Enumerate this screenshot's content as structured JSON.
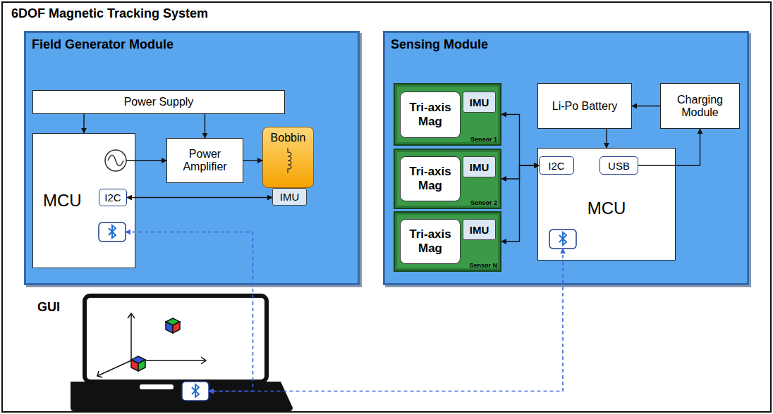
{
  "diagram": {
    "nodes": [
      {
        "text": [
          "6DOF Magnetic Tracking System"
        ]
      },
      {
        "text": [
          "Field Generator Module"
        ],
        "in": 0
      },
      {
        "text": [
          "Power Supply"
        ],
        "in": 1
      },
      {
        "text": [
          "MCU"
        ],
        "in": 1
      },
      {
        "text": [
          "I2C"
        ],
        "in": 3
      },
      {
        "text": [
          "Power Amplifier"
        ],
        "in": 1
      },
      {
        "text": [
          "Bobbin"
        ],
        "in": 1
      },
      {
        "text": [
          "IMU"
        ],
        "in": 1
      },
      {
        "text": [
          "Sensing Module"
        ],
        "in": 0
      },
      {
        "text": [
          "Sensor 1"
        ],
        "in": 8
      },
      {
        "text": [
          "Tri-axis Mag"
        ],
        "in": 9
      },
      {
        "text": [
          "IMU"
        ],
        "in": 9
      },
      {
        "text": [
          "Sensor 2"
        ],
        "in": 8
      },
      {
        "text": [
          "Tri-axis Mag"
        ],
        "in": 12
      },
      {
        "text": [
          "IMU"
        ],
        "in": 12
      },
      {
        "text": [
          "Sensor N"
        ],
        "in": 8
      },
      {
        "text": [
          "Tri-axis Mag"
        ],
        "in": 15
      },
      {
        "text": [
          "IMU"
        ],
        "in": 15
      },
      {
        "text": [
          "Li-Po Battery"
        ],
        "in": 8
      },
      {
        "text": [
          "Charging Module"
        ],
        "in": 8
      },
      {
        "text": [
          "MCU"
        ],
        "in": 8
      },
      {
        "text": [
          "I2C"
        ],
        "in": 20
      },
      {
        "text": [
          "USB"
        ],
        "in": 20
      },
      {
        "text": [
          "GUI"
        ],
        "in": 0
      }
    ],
    "edges": [
      {
        "from": 2,
        "to": 3,
        "arrow": "to"
      },
      {
        "from": 2,
        "to": 5,
        "arrow": "to"
      },
      {
        "from": 3,
        "to": 5,
        "arrow": "to"
      },
      {
        "from": 5,
        "to": 6,
        "arrow": "to"
      },
      {
        "from": 4,
        "to": 7,
        "arrow": "both"
      },
      {
        "from": 9,
        "to": 21,
        "arrow": "both"
      },
      {
        "from": 12,
        "to": 21,
        "arrow": "both"
      },
      {
        "from": 15,
        "to": 21,
        "arrow": "both"
      },
      {
        "from": 18,
        "to": 20,
        "arrow": "to"
      },
      {
        "from": 19,
        "to": 18,
        "arrow": "to"
      },
      {
        "from": 22,
        "to": 19,
        "arrow": "to"
      },
      {
        "from": 3,
        "to": 23,
        "arrow": "both"
      },
      {
        "from": 20,
        "to": 23,
        "arrow": "both"
      }
    ]
  }
}
